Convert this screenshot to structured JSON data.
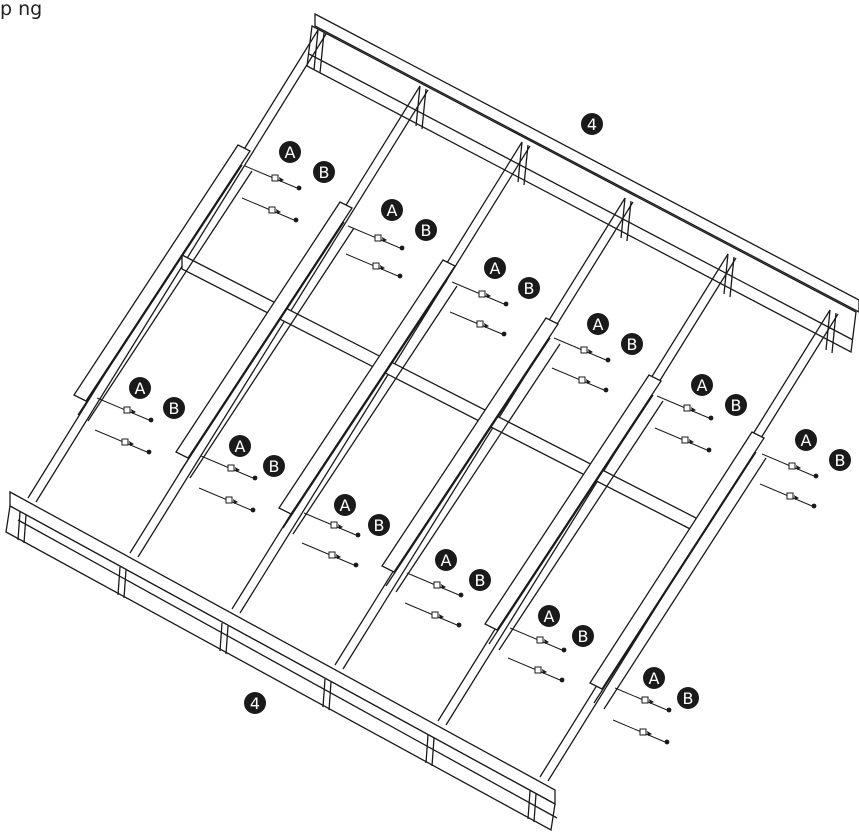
{
  "header_fragment": "p     ng",
  "frame_labels": {
    "top": "4",
    "bottom": "4"
  },
  "callouts": [
    {
      "a": "A",
      "b": "B"
    },
    {
      "a": "A",
      "b": "B"
    },
    {
      "a": "A",
      "b": "B"
    },
    {
      "a": "A",
      "b": "B"
    },
    {
      "a": "A",
      "b": "B"
    },
    {
      "a": "A",
      "b": "B"
    },
    {
      "a": "A",
      "b": "B"
    },
    {
      "a": "A",
      "b": "B"
    },
    {
      "a": "A",
      "b": "B"
    },
    {
      "a": "A",
      "b": "B"
    },
    {
      "a": "A",
      "b": "B"
    },
    {
      "a": "A",
      "b": "B"
    }
  ],
  "colors": {
    "ink": "#1a1a1a",
    "badge": "#1a1a1a",
    "badge_text": "#ffffff",
    "paper": "#ffffff"
  }
}
